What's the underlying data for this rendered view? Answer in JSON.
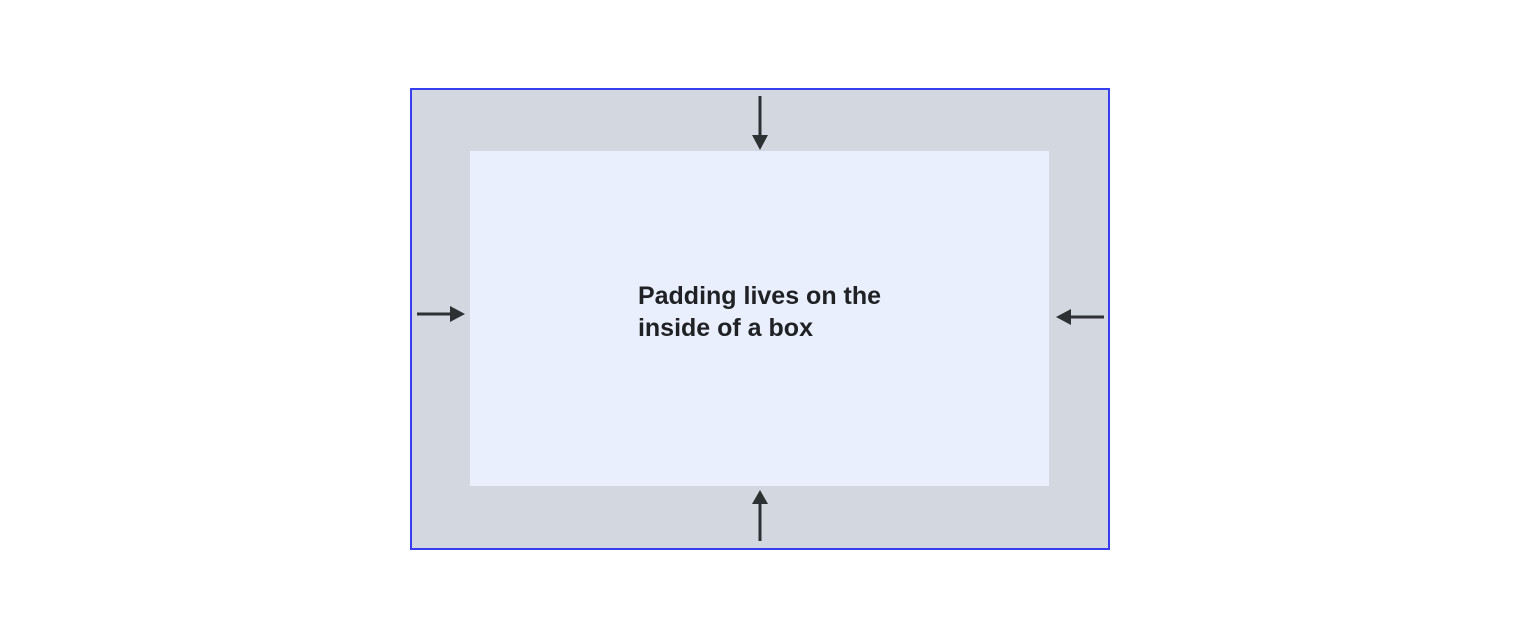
{
  "diagram": {
    "caption": "Padding lives on the\ninside of a box"
  },
  "colors": {
    "border": "#373ef0",
    "paddingArea": "#d2d7e0",
    "contentArea": "#e9effc",
    "arrow": "#2e3134",
    "text": "#202124",
    "canvasBg": "#ffffff"
  },
  "arrows": [
    {
      "name": "arrow-down-icon",
      "side": "top",
      "points": "inward"
    },
    {
      "name": "arrow-up-icon",
      "side": "bottom",
      "points": "inward"
    },
    {
      "name": "arrow-right-icon",
      "side": "left",
      "points": "inward"
    },
    {
      "name": "arrow-left-icon",
      "side": "right",
      "points": "inward"
    }
  ]
}
